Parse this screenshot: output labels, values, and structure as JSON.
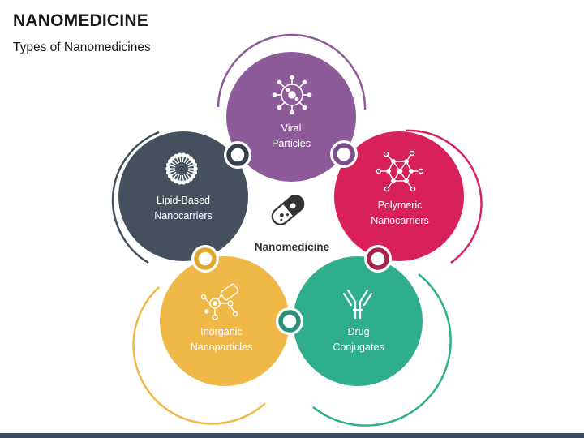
{
  "title": "NANOMEDICINE",
  "subtitle": "Types of Nanomedicines",
  "center": {
    "label": "Nanomedicine",
    "icon": "capsule-gear-icon"
  },
  "items": [
    {
      "line1": "Viral",
      "line2": "Particles",
      "color": "#8e5b9a",
      "icon": "virus-icon"
    },
    {
      "line1": "Polymeric",
      "line2": "Nanocarriers",
      "color": "#d8205a",
      "icon": "polymer-network-icon"
    },
    {
      "line1": "Drug",
      "line2": "Conjugates",
      "color": "#2fae8e",
      "icon": "antibody-icon"
    },
    {
      "line1": "Inorganic",
      "line2": "Nanoparticles",
      "color": "#efb847",
      "icon": "nanoparticle-icon"
    },
    {
      "line1": "Lipid-Based",
      "line2": "Nanocarriers",
      "color": "#45505f",
      "icon": "liposome-icon"
    }
  ],
  "connector_colors": [
    "#7b4e89",
    "#a8224a",
    "#2a8f77",
    "#e0a72d",
    "#36404d"
  ]
}
